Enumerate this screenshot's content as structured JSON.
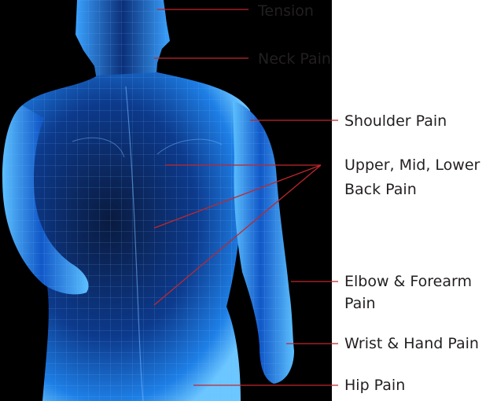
{
  "diagram": {
    "labels": {
      "tension": "Tension",
      "neck": "Neck Pain",
      "shoulder": "Shoulder Pain",
      "back_line1": "Upper, Mid, Lower",
      "back_line2": "Back Pain",
      "elbow_line1": "Elbow & Forearm",
      "elbow_line2": "Pain",
      "wrist": "Wrist & Hand Pain",
      "hip": "Hip Pain"
    },
    "colors": {
      "leader_line": "#c1272d",
      "body_glow": "#1e90ff",
      "body_core": "#0b1f4a",
      "backdrop": "#000000",
      "text": "#231f20"
    }
  }
}
